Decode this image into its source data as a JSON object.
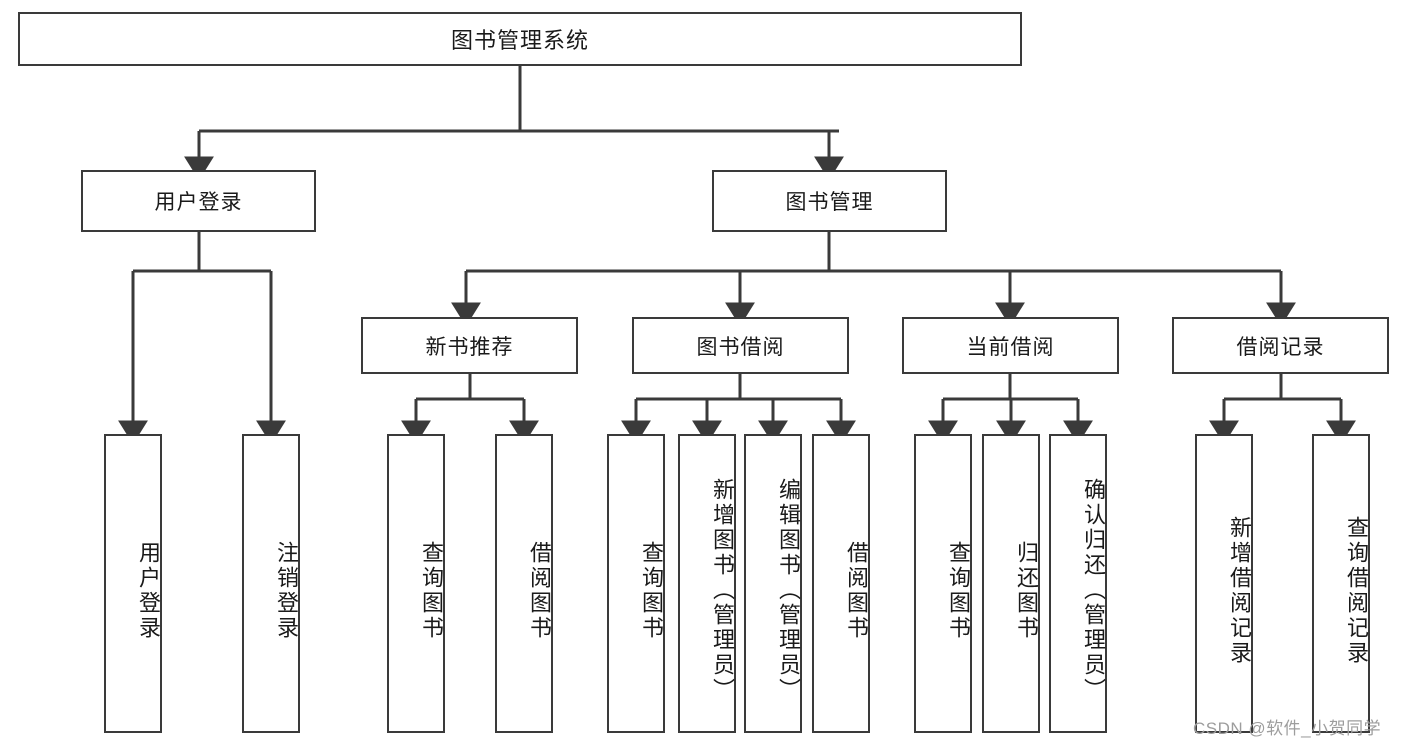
{
  "diagram": {
    "type": "hierarchy-tree",
    "title": "图书管理系统",
    "root": {
      "id": "root",
      "label": "图书管理系统"
    },
    "level2": [
      {
        "id": "user-login",
        "label": "用户登录"
      },
      {
        "id": "book-manage",
        "label": "图书管理"
      }
    ],
    "level3": [
      {
        "id": "new-book-recommend",
        "label": "新书推荐",
        "parent": "book-manage"
      },
      {
        "id": "book-borrow",
        "label": "图书借阅",
        "parent": "book-manage"
      },
      {
        "id": "current-borrow",
        "label": "当前借阅",
        "parent": "book-manage"
      },
      {
        "id": "borrow-record",
        "label": "借阅记录",
        "parent": "book-manage"
      }
    ],
    "leaves": [
      {
        "id": "leaf-user-login",
        "label": "用户登录",
        "parent": "user-login"
      },
      {
        "id": "leaf-user-logout",
        "label": "注销登录",
        "parent": "user-login"
      },
      {
        "id": "leaf-query-book-1",
        "label": "查询图书",
        "parent": "new-book-recommend"
      },
      {
        "id": "leaf-borrow-book-1",
        "label": "借阅图书",
        "parent": "new-book-recommend"
      },
      {
        "id": "leaf-query-book-2",
        "label": "查询图书",
        "parent": "book-borrow"
      },
      {
        "id": "leaf-add-book",
        "label": "新增图书（管理员）",
        "parent": "book-borrow"
      },
      {
        "id": "leaf-edit-book",
        "label": "编辑图书（管理员）",
        "parent": "book-borrow"
      },
      {
        "id": "leaf-borrow-book-2",
        "label": "借阅图书",
        "parent": "book-borrow"
      },
      {
        "id": "leaf-query-book-3",
        "label": "查询图书",
        "parent": "current-borrow"
      },
      {
        "id": "leaf-return-book",
        "label": "归还图书",
        "parent": "current-borrow"
      },
      {
        "id": "leaf-confirm-return",
        "label": "确认归还（管理员）",
        "parent": "current-borrow"
      },
      {
        "id": "leaf-add-record",
        "label": "新增借阅记录",
        "parent": "borrow-record"
      },
      {
        "id": "leaf-query-record",
        "label": "查询借阅记录",
        "parent": "borrow-record"
      }
    ],
    "colors": {
      "stroke": "#3a3a3a",
      "background": "#ffffff",
      "text": "#1a1a1a",
      "watermark": "#9d9d9d"
    }
  },
  "watermark": {
    "text": "CSDN @软件_小贺同学"
  }
}
